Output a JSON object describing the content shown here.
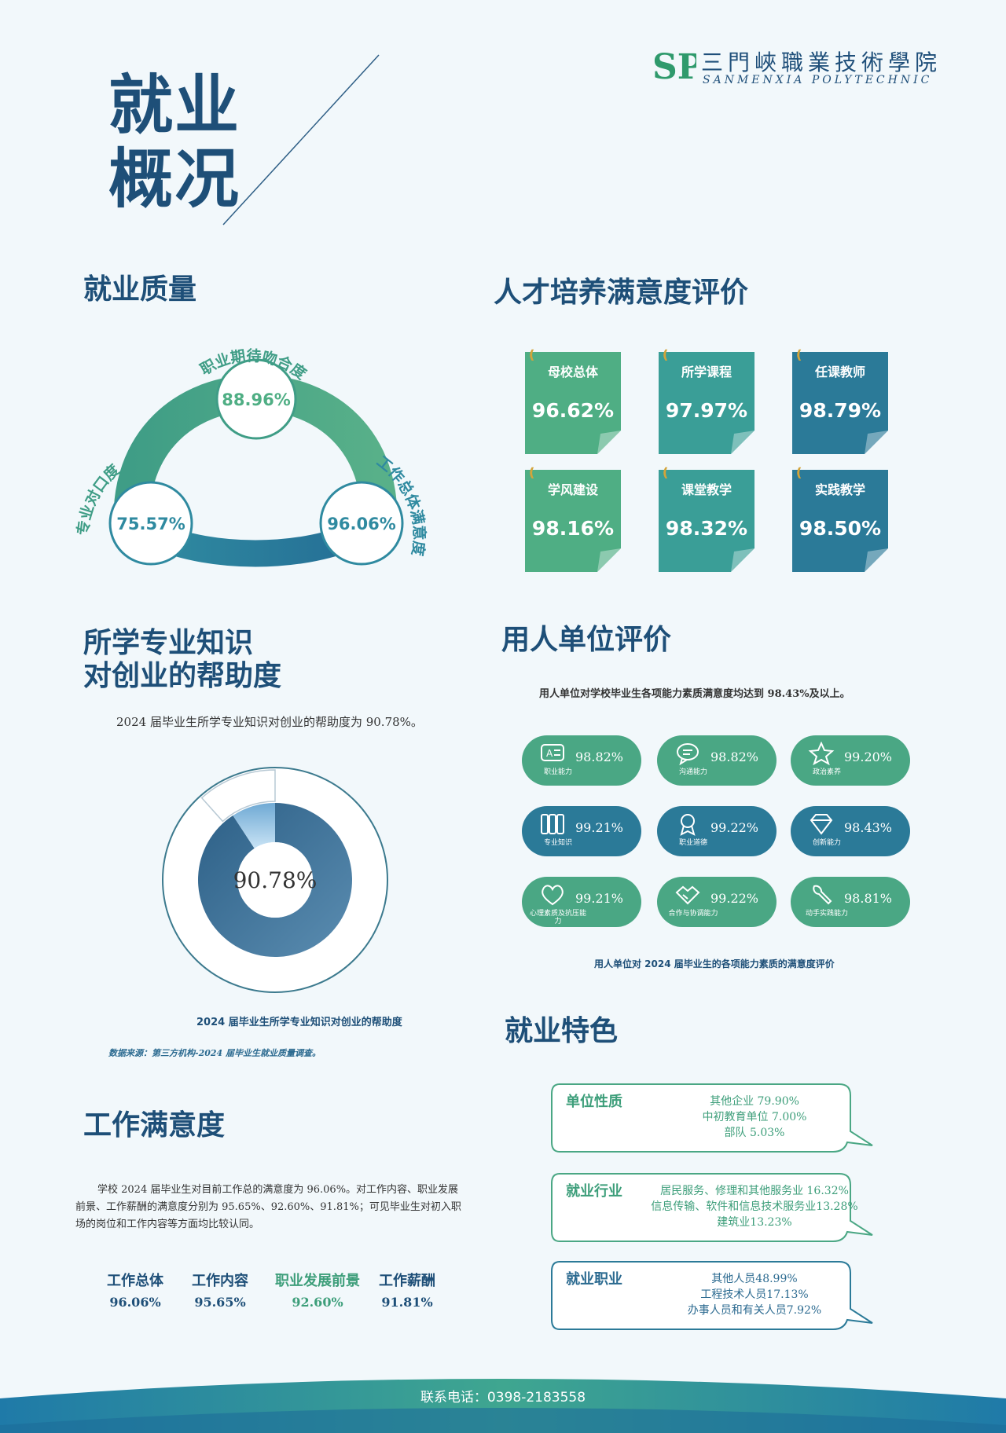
{
  "hero": {
    "line1": "就业",
    "line2": "概况"
  },
  "logo": {
    "monogram": "SP",
    "cn": "三門峽職業技術學院",
    "en": "SANMENXIA POLYTECHNIC"
  },
  "sections": {
    "quality": "就业质量",
    "talent": "人才培养满意度评价",
    "knowledge_l1": "所学专业知识",
    "knowledge_l2": "对创业的帮助度",
    "employer": "用人单位评价",
    "features": "就业特色",
    "job_sat": "工作满意度"
  },
  "quality": {
    "top": {
      "label": "职业期待吻合度",
      "value": "88.96%"
    },
    "left": {
      "label": "专业对口度",
      "value": "75.57%"
    },
    "right": {
      "label": "工作总体满意度",
      "value": "96.06%"
    }
  },
  "talent_cards": [
    {
      "label": "母校总体",
      "value": "96.62%",
      "color": "#4fae84"
    },
    {
      "label": "所学课程",
      "value": "97.97%",
      "color": "#3a9e97"
    },
    {
      "label": "任课教师",
      "value": "98.79%",
      "color": "#2b7a98"
    },
    {
      "label": "学风建设",
      "value": "98.16%",
      "color": "#4fae84"
    },
    {
      "label": "课堂教学",
      "value": "98.32%",
      "color": "#3a9e97"
    },
    {
      "label": "实践教学",
      "value": "98.50%",
      "color": "#2b7a98"
    }
  ],
  "knowledge": {
    "text": "2024 届毕业生所学专业知识对创业的帮助度为 90.78%。",
    "value": "90.78%",
    "fraction": 0.9078,
    "caption": "2024 届毕业生所学专业知识对创业的帮助度",
    "source": "数据来源：第三方机构-2024 届毕业生就业质量调查。"
  },
  "employer": {
    "intro": "用人单位对学校毕业生各项能力素质满意度均达到 98.43%及以上。",
    "caption": "用人单位对 2024 届毕业生的各项能力素质的满意度评价",
    "items": [
      {
        "label": "职业能力",
        "value": "98.82%",
        "icon": "ability-card-icon",
        "color": "#4aa784"
      },
      {
        "label": "沟通能力",
        "value": "98.82%",
        "icon": "chat-bubble-icon",
        "color": "#4aa784"
      },
      {
        "label": "政治素养",
        "value": "99.20%",
        "icon": "star-icon",
        "color": "#4aa784"
      },
      {
        "label": "专业知识",
        "value": "99.21%",
        "icon": "books-icon",
        "color": "#2b7a98"
      },
      {
        "label": "职业道德",
        "value": "99.22%",
        "icon": "award-icon",
        "color": "#2b7a98"
      },
      {
        "label": "创新能力",
        "value": "98.43%",
        "icon": "diamond-icon",
        "color": "#2b7a98"
      },
      {
        "label": "心理素质及抗压能力",
        "value": "99.21%",
        "icon": "heart-icon",
        "color": "#4aa784"
      },
      {
        "label": "合作与协调能力",
        "value": "99.22%",
        "icon": "handshake-icon",
        "color": "#4aa784"
      },
      {
        "label": "动手实践能力",
        "value": "98.81%",
        "icon": "wrench-icon",
        "color": "#4aa784"
      }
    ]
  },
  "features": [
    {
      "title": "单位性质",
      "lines": [
        "其他企业 79.90%",
        "中初教育单位 7.00%",
        "部队 5.03%"
      ]
    },
    {
      "title": "就业行业",
      "lines": [
        "居民服务、修理和其他服务业 16.32%",
        "信息传输、软件和信息技术服务业13.28%",
        "建筑业13.23%"
      ]
    },
    {
      "title": "就业职业",
      "lines": [
        "其他人员48.99%",
        "工程技术人员17.13%",
        "办事人员和有关人员7.92%"
      ]
    }
  ],
  "job_sat": {
    "paragraph": "学校 2024 届毕业生对目前工作总的满意度为 96.06%。对工作内容、职业发展前景、工作薪酬的满意度分别为 95.65%、92.60%、91.81%；可见毕业生对初入职场的岗位和工作内容等方面均比较认同。",
    "items": [
      {
        "label": "工作总体",
        "value": "96.06%",
        "color": "#1e4f78"
      },
      {
        "label": "工作内容",
        "value": "95.65%",
        "color": "#1e4f78"
      },
      {
        "label": "职业发展前景",
        "value": "92.60%",
        "color": "#3d9e7a"
      },
      {
        "label": "工作薪酬",
        "value": "91.81%",
        "color": "#1e4f78"
      }
    ]
  },
  "footer": {
    "contact": "联系电话：0398-2183558"
  }
}
